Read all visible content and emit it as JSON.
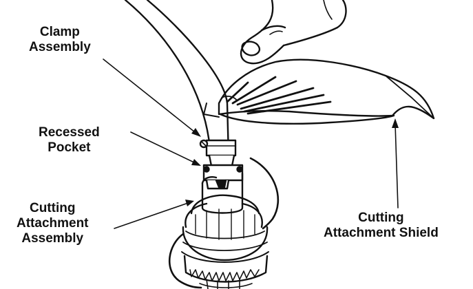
{
  "labels": {
    "clamp_assembly": [
      "Clamp",
      "Assembly"
    ],
    "recessed_pocket": [
      "Recessed",
      "Pocket"
    ],
    "cutting_attachment_assembly": [
      "Cutting",
      "Attachment",
      "Assembly"
    ],
    "cutting_attachment_shield": [
      "Cutting",
      "Attachment Shield"
    ]
  },
  "colors": {
    "ink": "#111111",
    "background": "#ffffff"
  }
}
